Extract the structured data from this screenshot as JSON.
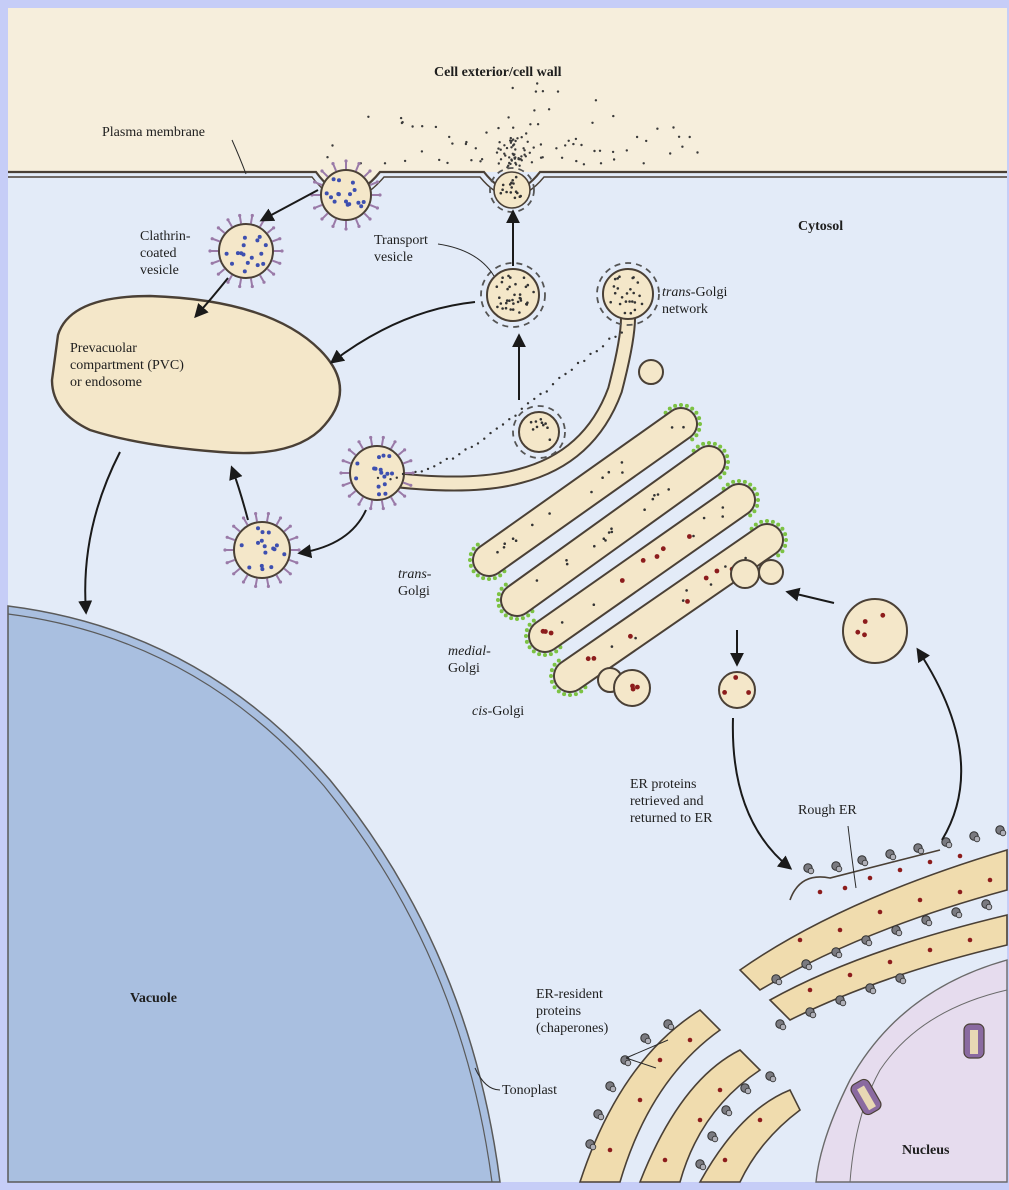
{
  "labels": {
    "cell_exterior": "Cell exterior/cell wall",
    "plasma_membrane": "Plasma membrane",
    "cytosol": "Cytosol",
    "clathrin_vesicle": "Clathrin-\ncoated\nvesicle",
    "transport_vesicle": "Transport\nvesicle",
    "trans_golgi_network_italic": "trans",
    "trans_golgi_network_rest": "-Golgi\nnetwork",
    "pvc": "Prevacuolar\ncompartment (PVC)\nor endosome",
    "trans_golgi_italic": "trans-",
    "trans_golgi_rest": "Golgi",
    "medial_golgi_italic": "medial-",
    "medial_golgi_rest": "Golgi",
    "cis_golgi_italic": "cis",
    "cis_golgi_rest": "-Golgi",
    "er_retrieval": "ER proteins\nretrieved and\nreturned to ER",
    "rough_er": "Rough ER",
    "vacuole": "Vacuole",
    "er_resident": "ER-resident\nproteins\n(chaperones)",
    "tonoplast": "Tonoplast",
    "nucleus": "Nucleus"
  },
  "colors": {
    "page_border": "#c6cdf7",
    "cell_wall": "#f6eedc",
    "cytosol": "#e3ebf8",
    "vacuole": "#a9bfe0",
    "nucleus": "#e6dcee",
    "lumen": "#f4e7c9",
    "membrane": "#4a4036",
    "cis_face": "#7cc243",
    "cargo_dot": "#8c1c1c",
    "clathrin": "#9a7aa8",
    "clathrin_inner": "#3d4fb0"
  }
}
